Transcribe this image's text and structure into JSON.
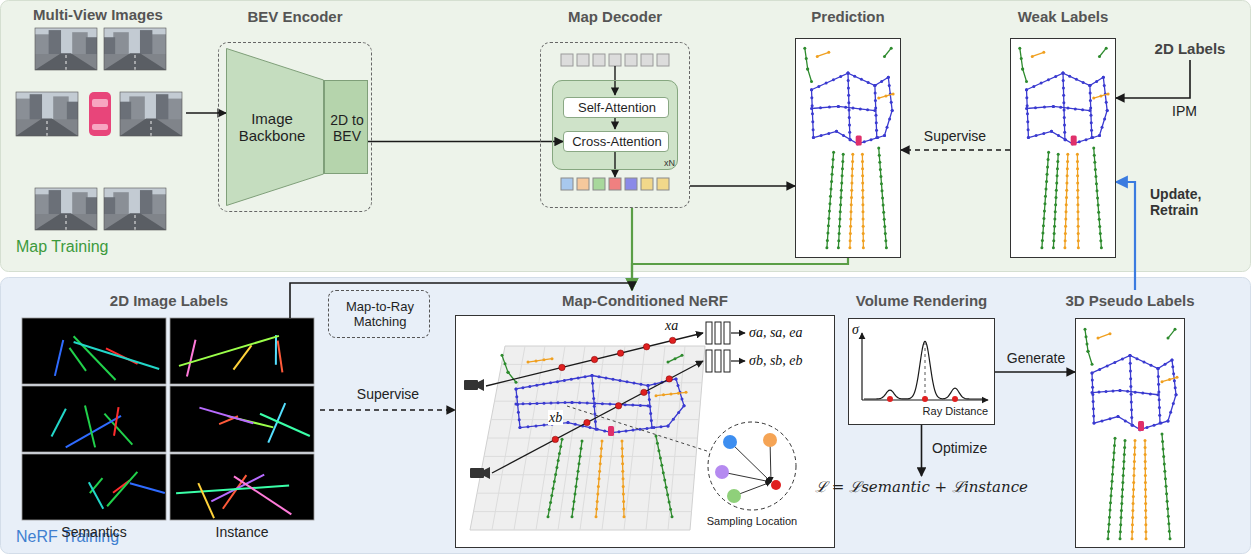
{
  "diagram": {
    "nodes": [
      {
        "text": [
          "Map Training"
        ]
      },
      {
        "text": [
          "Multi-View Images"
        ],
        "in": 0
      },
      {
        "text": [
          "BEV Encoder"
        ],
        "in": 0
      },
      {
        "text": [
          "Image Backbone"
        ],
        "in": 2
      },
      {
        "text": [
          "2D to BEV"
        ],
        "in": 2
      },
      {
        "text": [
          "Map Decoder"
        ],
        "in": 0
      },
      {
        "text": [
          "xN"
        ],
        "in": 5
      },
      {
        "text": [
          "Self-Attention"
        ],
        "in": 6
      },
      {
        "text": [
          "Cross-Attention"
        ],
        "in": 6
      },
      {
        "text": [
          "Prediction"
        ],
        "in": 0
      },
      {
        "text": [
          "Weak Labels"
        ],
        "in": 0
      },
      {
        "text": [
          "2D Labels"
        ],
        "in": 0
      },
      {
        "text": [
          "NeRF Training"
        ]
      },
      {
        "text": [
          "2D Image Labels"
        ],
        "in": 12
      },
      {
        "text": [
          "Semantics"
        ],
        "in": 13
      },
      {
        "text": [
          "Instance"
        ],
        "in": 13
      },
      {
        "text": [
          "Map-to-Ray Matching"
        ],
        "in": 12
      },
      {
        "text": [
          "Map-Conditioned NeRF"
        ],
        "in": 12
      },
      {
        "text": [
          "Volume Rendering"
        ],
        "in": 12
      },
      {
        "text": [
          "ℒ = ℒsemantic + ℒinstance"
        ],
        "in": 12
      },
      {
        "text": [
          "3D Pseudo Labels"
        ],
        "in": 12
      }
    ],
    "edges": [
      {
        "from": 1,
        "to": 3,
        "arrow": "to"
      },
      {
        "from": 4,
        "to": 8,
        "arrow": "to"
      },
      {
        "from": 5,
        "to": 9,
        "arrow": "to"
      },
      {
        "from": 10,
        "to": 9,
        "arrow": "to",
        "label": "Supervise"
      },
      {
        "from": 11,
        "to": 10,
        "arrow": "to",
        "label": "IPM"
      },
      {
        "from": 20,
        "to": 10,
        "arrow": "to",
        "label": "Update, Retrain"
      },
      {
        "from": 5,
        "to": 17,
        "arrow": "to"
      },
      {
        "from": 9,
        "to": 17,
        "arrow": "to"
      },
      {
        "from": 15,
        "to": 17,
        "arrow": "to"
      },
      {
        "from": 13,
        "to": 17,
        "arrow": "to",
        "label": "Supervise"
      },
      {
        "from": 18,
        "to": 20,
        "arrow": "to",
        "label": "Generate"
      },
      {
        "from": 18,
        "to": 19,
        "arrow": "to",
        "label": "Optimize"
      }
    ],
    "labels": [
      "xa",
      "xb",
      "σa, sa, ea",
      "σb, sb, eb",
      "Sampling Location",
      "σ",
      "Ray Distance"
    ]
  }
}
